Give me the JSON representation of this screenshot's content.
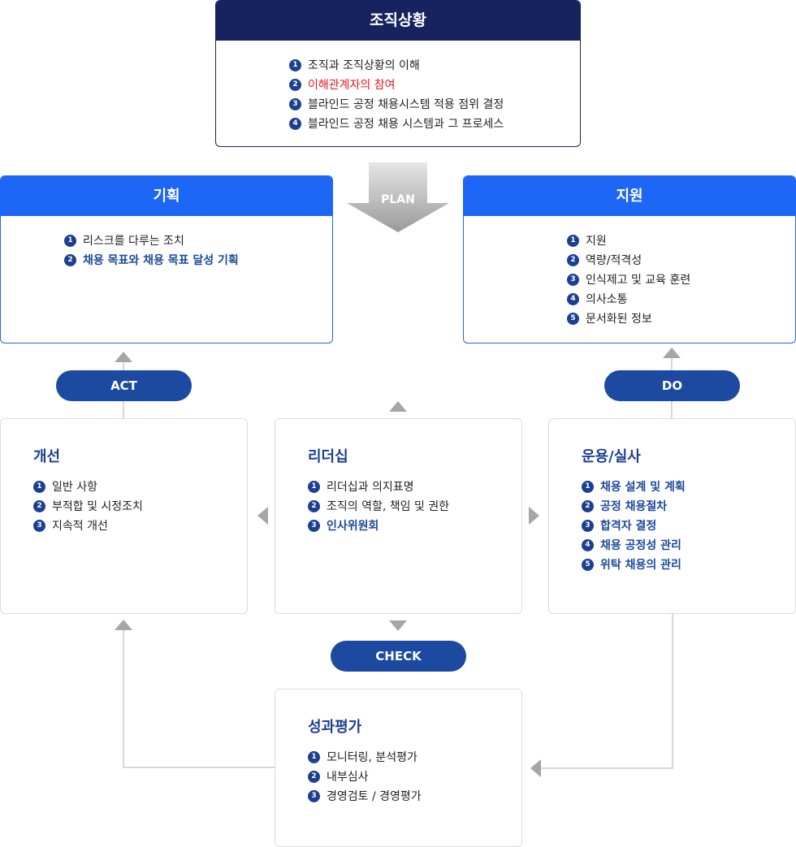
{
  "context": {
    "title": "조직상황",
    "items": [
      {
        "n": "1",
        "text": "조직과 조직상황의 이해",
        "style": "normal"
      },
      {
        "n": "2",
        "text": "이해관계자의 참여",
        "style": "red"
      },
      {
        "n": "3",
        "text": "블라인드 공정 채용시스템 적용 점위 결정",
        "style": "normal"
      },
      {
        "n": "4",
        "text": "블라인드 공정 채용 시스템과 그 프로세스",
        "style": "normal"
      }
    ]
  },
  "plan_label": "PLAN",
  "planning": {
    "title": "기획",
    "items": [
      {
        "n": "1",
        "text": "리스크를 다루는 조치",
        "style": "normal"
      },
      {
        "n": "2",
        "text": "채용 목표와 채용 목표 달성 기획",
        "style": "blue"
      }
    ]
  },
  "support": {
    "title": "지원",
    "items": [
      {
        "n": "1",
        "text": "지원",
        "style": "normal"
      },
      {
        "n": "2",
        "text": "역량/적격성",
        "style": "normal"
      },
      {
        "n": "3",
        "text": "인식제고 및 교육 훈련",
        "style": "normal"
      },
      {
        "n": "4",
        "text": "의사소통",
        "style": "normal"
      },
      {
        "n": "5",
        "text": "문서화된 정보",
        "style": "normal"
      }
    ]
  },
  "act_label": "ACT",
  "do_label": "DO",
  "check_label": "CHECK",
  "improvement": {
    "title": "개선",
    "items": [
      {
        "n": "1",
        "text": "일반 사항",
        "style": "normal"
      },
      {
        "n": "2",
        "text": "부적합 및 시정조치",
        "style": "normal"
      },
      {
        "n": "3",
        "text": "지속적 개선",
        "style": "normal"
      }
    ]
  },
  "leadership": {
    "title": "리더십",
    "items": [
      {
        "n": "1",
        "text": "리더십과 의지표명",
        "style": "normal"
      },
      {
        "n": "2",
        "text": "조직의 역할, 책임 및 권한",
        "style": "normal"
      },
      {
        "n": "3",
        "text": "인사위원회",
        "style": "blue"
      }
    ]
  },
  "operation": {
    "title": "운용/실사",
    "items": [
      {
        "n": "1",
        "text": "채용 설계 및 계획",
        "style": "blue"
      },
      {
        "n": "2",
        "text": "공정 채용절차",
        "style": "blue"
      },
      {
        "n": "3",
        "text": "합격자 결정",
        "style": "blue"
      },
      {
        "n": "4",
        "text": "채용 공정성 관리",
        "style": "blue"
      },
      {
        "n": "5",
        "text": "위탁 채용의 관리",
        "style": "blue"
      }
    ]
  },
  "evaluation": {
    "title": "성과평가",
    "items": [
      {
        "n": "1",
        "text": "모니터링, 분석평가",
        "style": "normal"
      },
      {
        "n": "2",
        "text": "내부심사",
        "style": "normal"
      },
      {
        "n": "3",
        "text": "경영검토 / 경영평가",
        "style": "normal"
      }
    ]
  },
  "colors": {
    "navy": "#17235f",
    "blue": "#1e66f5",
    "pill": "#1b4aa0",
    "red": "#e8141e",
    "arrow_gray": "#a6a6a6"
  }
}
